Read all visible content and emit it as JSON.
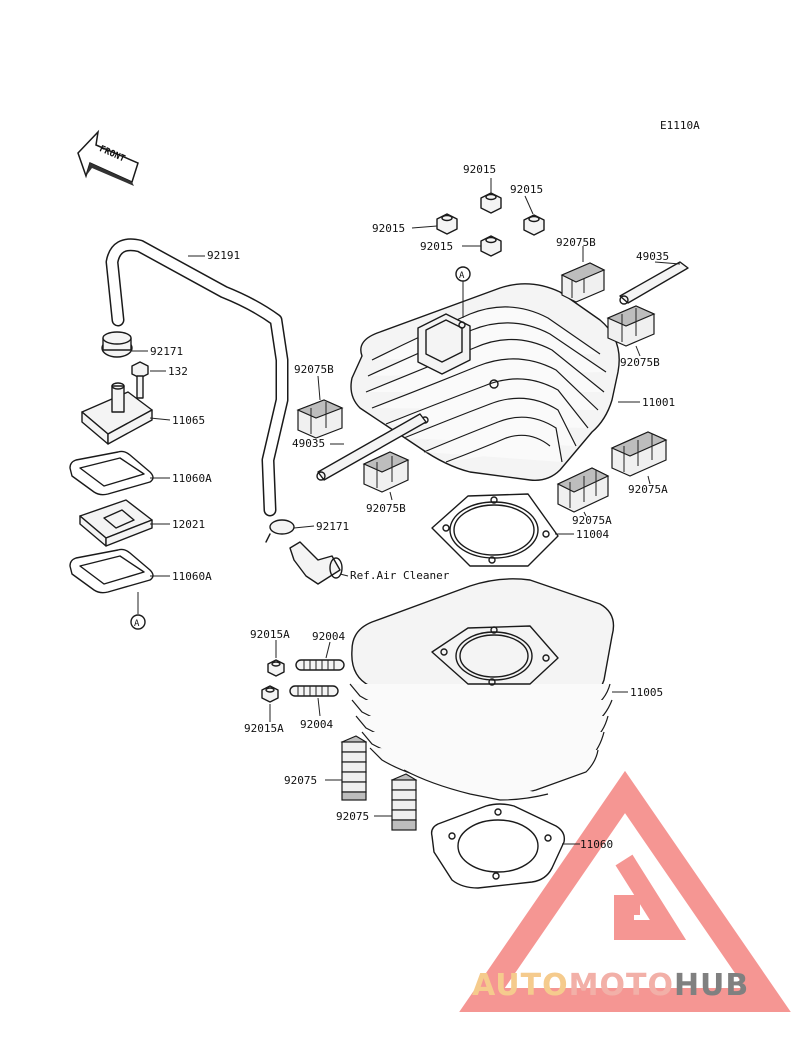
{
  "diagram": {
    "ref_code": "E1110A",
    "front_label": "FRONT",
    "ref_note": "Ref.Air Cleaner",
    "circle_marker": "A",
    "part_labels": [
      "92015",
      "92015",
      "92015",
      "92015",
      "92075B",
      "49035",
      "92075B",
      "11001",
      "92075B",
      "49035",
      "92075B",
      "92075A",
      "92075A",
      "11004",
      "92191",
      "92171",
      "132",
      "11065",
      "11060A",
      "12021",
      "11060A",
      "92171",
      "92015A",
      "92004",
      "92015A",
      "92004",
      "11005",
      "92075",
      "92075",
      "11060"
    ]
  },
  "watermark": {
    "part1": "AUTO",
    "part2": "MOTO",
    "part3": "HUB",
    "colors": {
      "auto": "#f4c37a",
      "moto": "#f0a39a",
      "hub": "#6b6b6b",
      "triangle": "#ef5b57"
    }
  }
}
